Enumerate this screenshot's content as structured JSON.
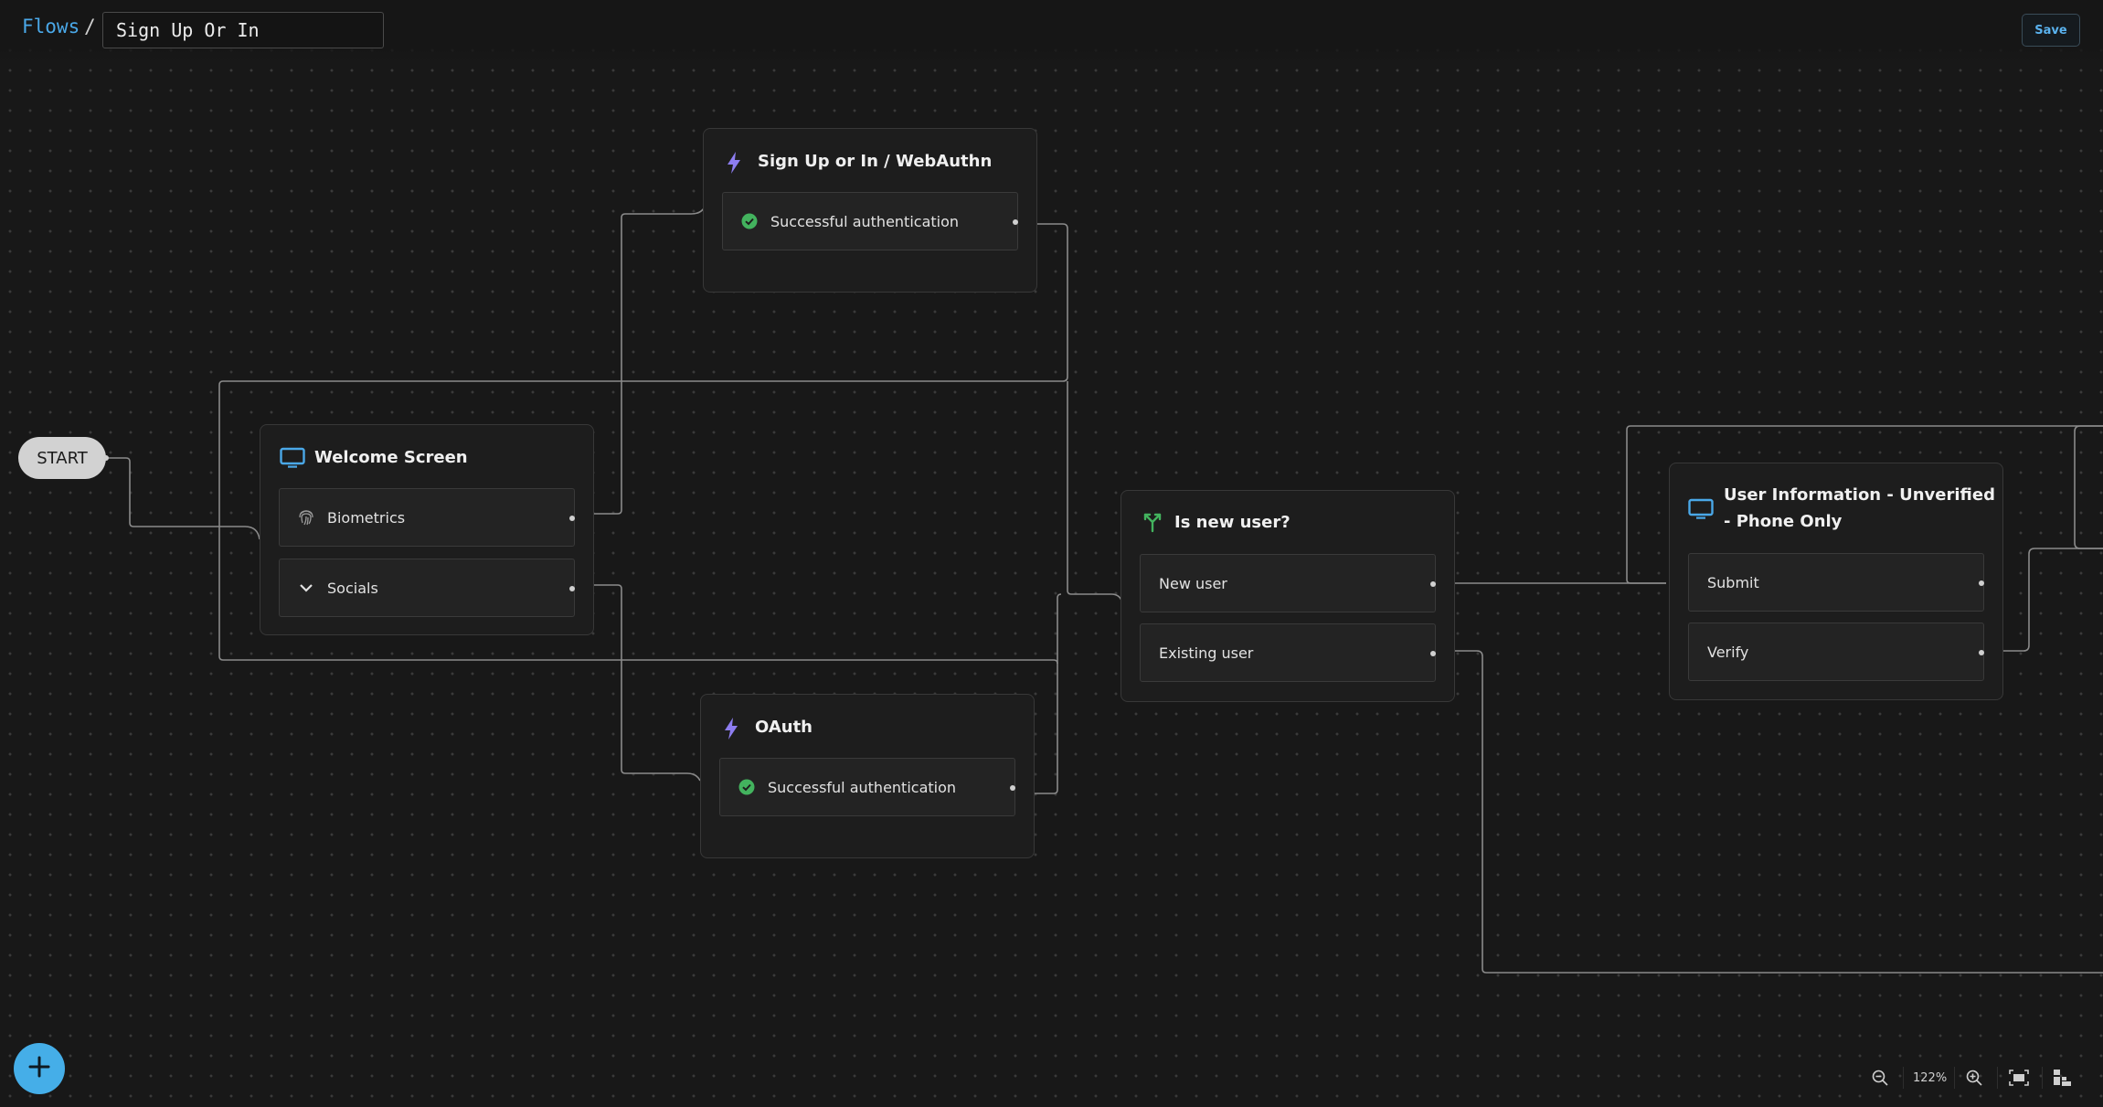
{
  "header": {
    "breadcrumb_root": "Flows",
    "breadcrumb_separator": "/",
    "flow_name": "Sign Up Or In",
    "save_label": "Save"
  },
  "start": {
    "label": "START"
  },
  "nodes": {
    "webauthn": {
      "title": "Sign Up or In / WebAuthn",
      "icon": "lightning-icon",
      "outputs": [
        {
          "label": "Successful authentication",
          "icon": "check-circle-icon"
        }
      ]
    },
    "welcome": {
      "title": "Welcome Screen",
      "icon": "monitor-icon",
      "outputs": [
        {
          "label": "Biometrics",
          "icon": "fingerprint-icon"
        },
        {
          "label": "Socials",
          "icon": "chevron-down-icon"
        }
      ]
    },
    "oauth": {
      "title": "OAuth",
      "icon": "lightning-icon",
      "outputs": [
        {
          "label": "Successful authentication",
          "icon": "check-circle-icon"
        }
      ]
    },
    "is_new_user": {
      "title": "Is new user?",
      "icon": "branch-icon",
      "outputs": [
        {
          "label": "New user"
        },
        {
          "label": "Existing user"
        }
      ]
    },
    "user_info": {
      "title_line1": "User Information - Unverified",
      "title_line2": "- Phone Only",
      "icon": "monitor-icon",
      "outputs": [
        {
          "label": "Submit"
        },
        {
          "label": "Verify"
        }
      ]
    }
  },
  "toolbar": {
    "zoom_level": "122%",
    "icons": [
      "zoom-out-icon",
      "zoom-in-icon",
      "fit-view-icon",
      "auto-layout-icon"
    ]
  },
  "colors": {
    "accent": "#45aee8",
    "lightning": "#8d7df0",
    "success": "#43b35e",
    "branch": "#43b35e",
    "monitor": "#4aa8e8"
  }
}
